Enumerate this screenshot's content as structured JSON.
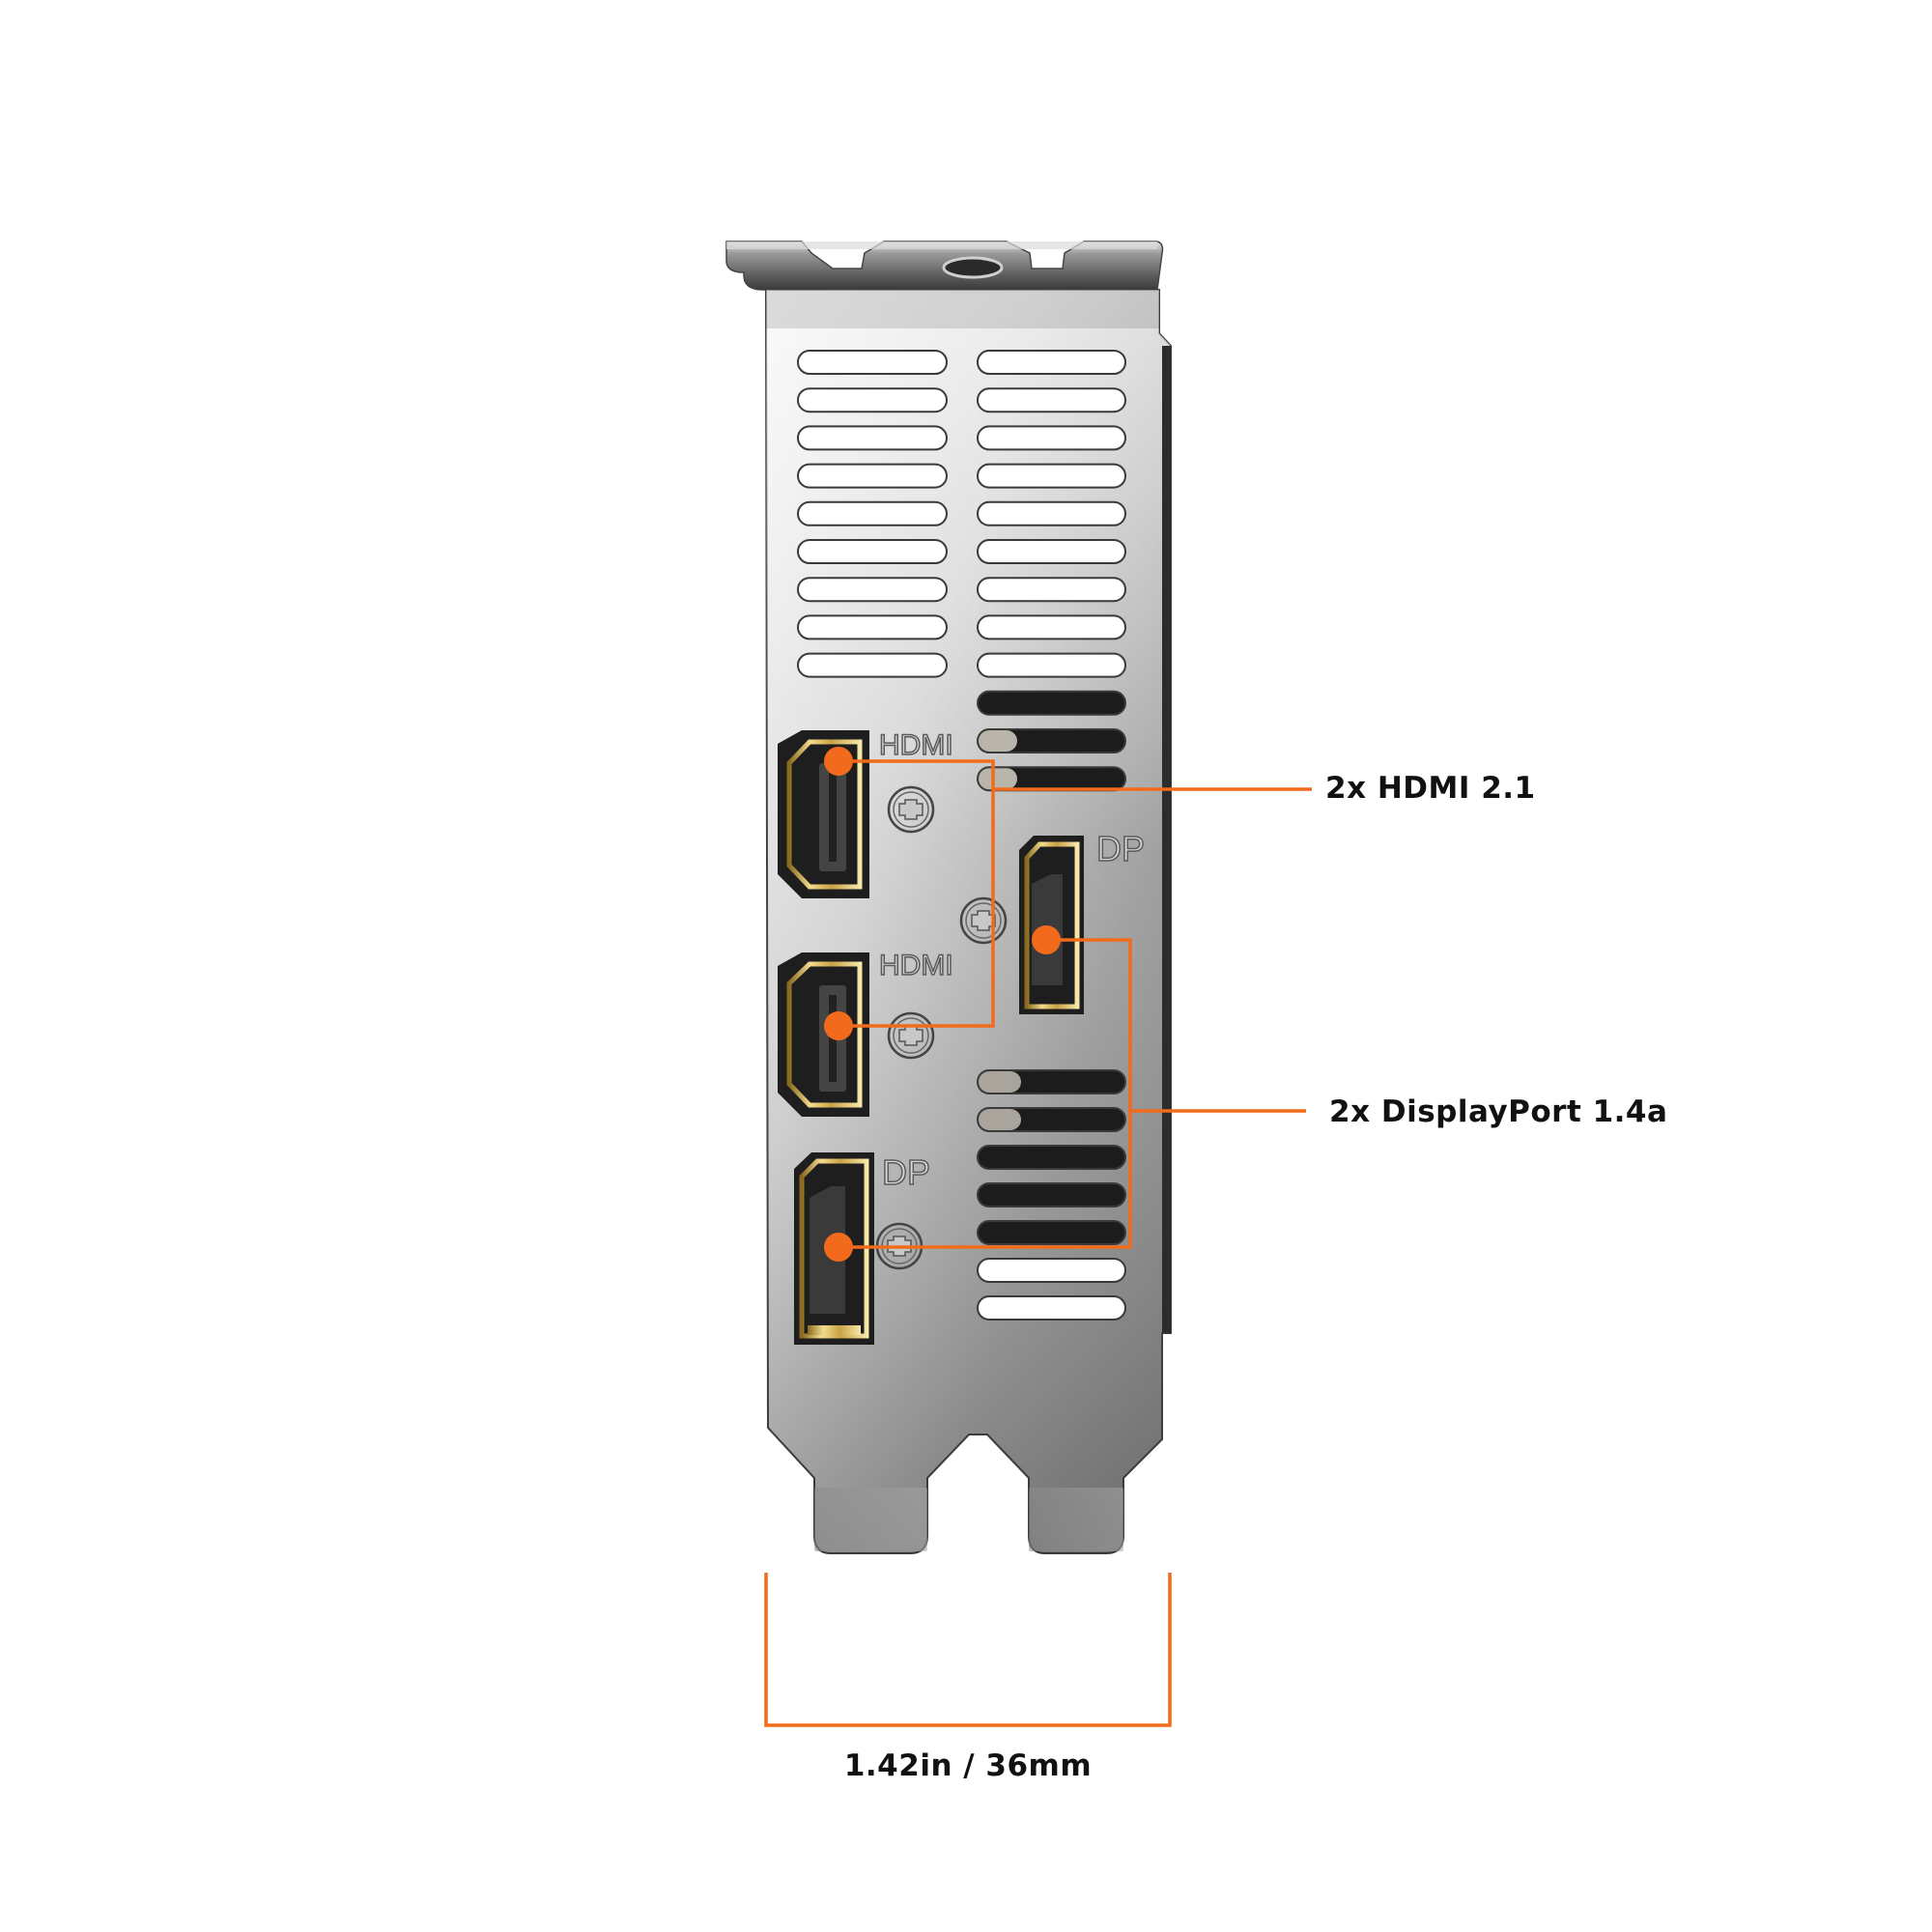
{
  "figure": {
    "subject": "low-profile graphics card I/O bracket",
    "background_color": "#ffffff",
    "accent_color": "#F26B1D",
    "bracket_color": "#b8b8b8"
  },
  "ports": [
    {
      "type": "HDMI",
      "tag": "HDMI",
      "position": "left-upper"
    },
    {
      "type": "HDMI",
      "tag": "HDMI",
      "position": "left-middle"
    },
    {
      "type": "DisplayPort",
      "tag": "DP",
      "position": "right-middle"
    },
    {
      "type": "DisplayPort",
      "tag": "DP",
      "position": "left-lower"
    }
  ],
  "callouts": {
    "hdmi": "2x HDMI 2.1",
    "displayport": "2x DisplayPort 1.4a"
  },
  "dimension": {
    "label": "1.42in / 36mm"
  }
}
